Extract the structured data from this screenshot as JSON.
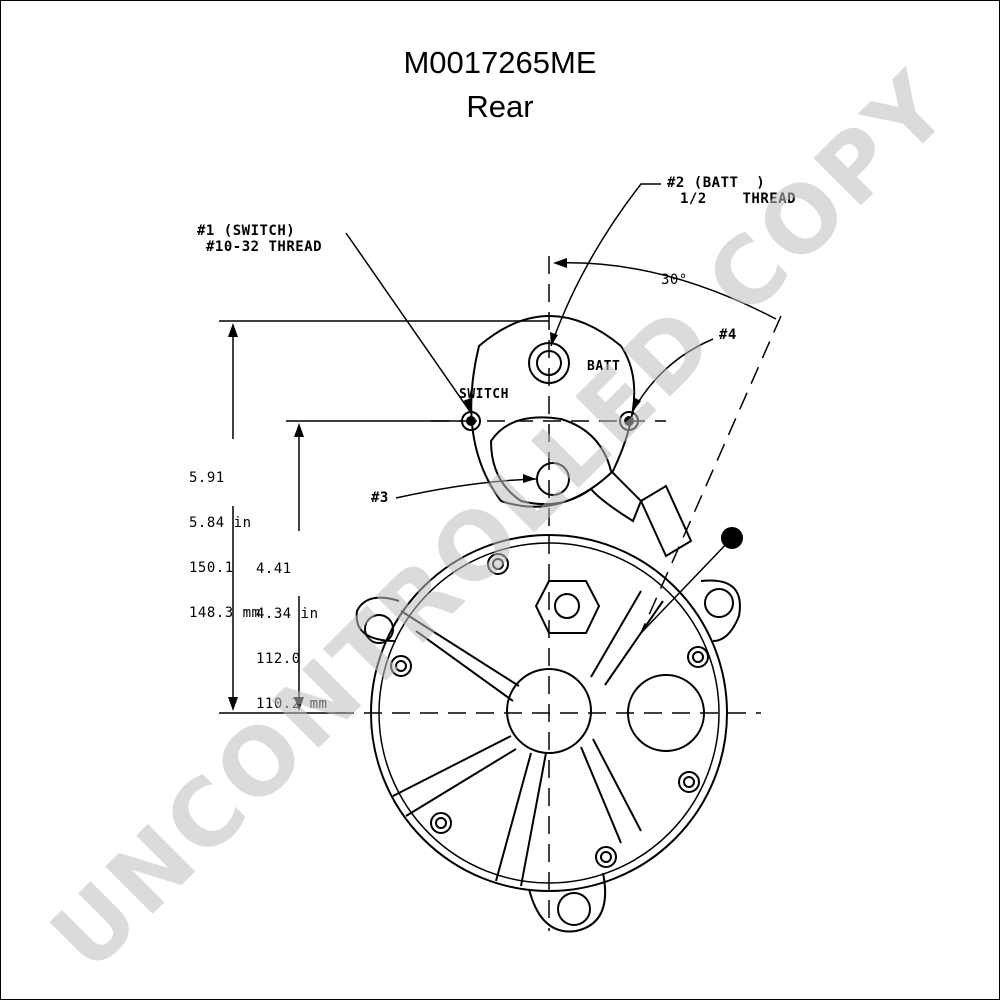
{
  "header": {
    "model": "M0017265ME",
    "view": "Rear"
  },
  "callouts": {
    "switch": {
      "id": "#1 (SWITCH)",
      "thread": "#10-32 THREAD"
    },
    "battery": {
      "id": "#2 (BATT  )",
      "thread": "1/2    THREAD"
    },
    "terminal_4": "#4",
    "terminal_3": "#3",
    "angle": "30°"
  },
  "part_labels": {
    "switch": "SWITCH",
    "batt": "BATT"
  },
  "dimensions": {
    "overall": [
      "5.91",
      "5.84 in",
      "150.1",
      "148.3 mm"
    ],
    "center": [
      "4.41",
      "4.34 in",
      "112.0",
      "110.2 mm"
    ]
  },
  "watermark": "UNCONTROLLED COPY"
}
